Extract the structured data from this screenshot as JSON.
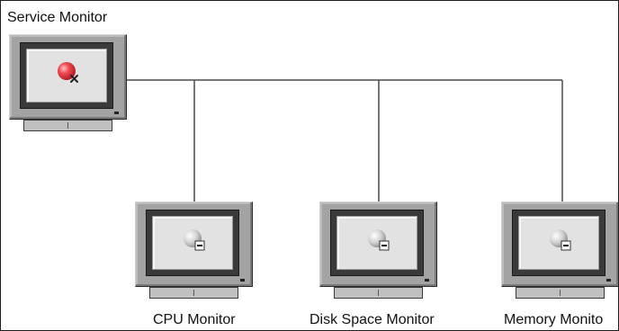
{
  "diagram": {
    "root": {
      "label": "Service Monitor",
      "status": "error",
      "icon": "red-ball-x-icon",
      "status_color": "#e8343c"
    },
    "children": [
      {
        "label": "CPU Monitor",
        "status": "disabled",
        "icon": "gray-ball-minus-icon"
      },
      {
        "label": "Disk Space Monitor",
        "status": "disabled",
        "icon": "gray-ball-minus-icon"
      },
      {
        "label": "Memory Monito",
        "status": "disabled",
        "icon": "gray-ball-minus-icon"
      }
    ],
    "colors": {
      "line": "#4a4a4a",
      "bezel": "#a3a3a3",
      "screen": "#e2e2e2",
      "disabled_ball": "#c8c8c8"
    }
  }
}
